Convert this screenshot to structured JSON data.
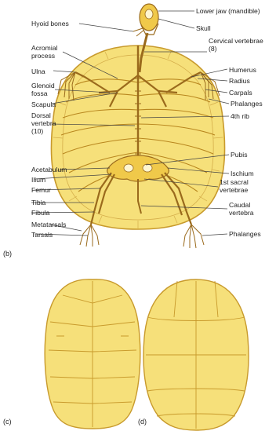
{
  "figure": {
    "panel_labels": {
      "b": "(b)",
      "c": "(c)",
      "d": "(d)"
    },
    "left_labels": [
      "Hyoid bones",
      "Acromial process",
      "Ulna",
      "Glenoid fossa",
      "Scapula",
      "Dorsal vertebra (10)",
      "Acetabulum",
      "Ilium",
      "Femur",
      "Tibia",
      "Fibula",
      "Metatarsals",
      "Tarsals"
    ],
    "right_labels": [
      "Lower jaw (mandible)",
      "Skull",
      "Cervical vertebrae (8)",
      "Humerus",
      "Radius",
      "Carpals",
      "Phalanges",
      "4th rib",
      "Pubis",
      "Ischium",
      "1st sacral vertebrae",
      "Caudal vertebra",
      "Phalanges"
    ],
    "colors": {
      "shell_fill": "#f6e07a",
      "shell_stroke": "#c89a2c",
      "bone_fill": "#f0c94a",
      "bone_stroke": "#9a6a1c",
      "line": "#444444",
      "text": "#222222"
    }
  }
}
